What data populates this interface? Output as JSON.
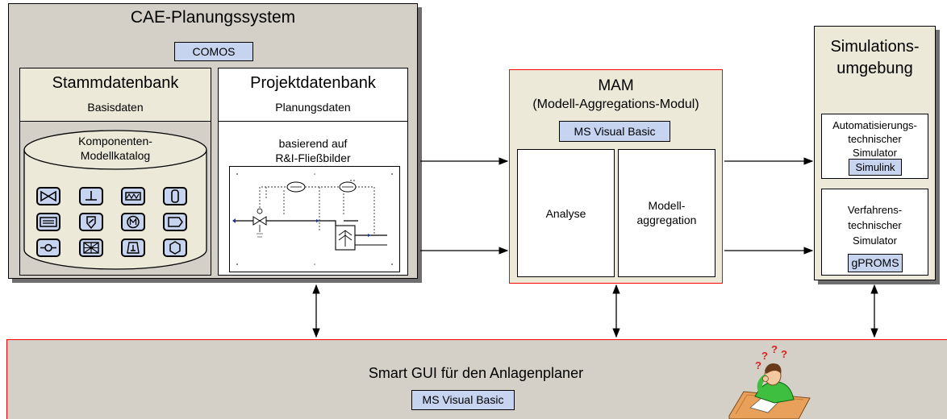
{
  "cae": {
    "title": "CAE-Planungssystem",
    "tool": "COMOS",
    "stamm": {
      "title": "Stammdatenbank",
      "subtitle": "Basisdaten",
      "catalog_line1": "Komponenten-",
      "catalog_line2": "Modellkatalog"
    },
    "projekt": {
      "title": "Projektdatenbank",
      "subtitle": "Planungsdaten",
      "note_line1": "basierend auf",
      "note_line2": "R&I-Fließbilder"
    }
  },
  "mam": {
    "title": "MAM",
    "subtitle": "(Modell-Aggregations-Modul)",
    "tool": "MS Visual Basic",
    "analyse": "Analyse",
    "aggregation_line1": "Modell-",
    "aggregation_line2": "aggregation"
  },
  "sim": {
    "title_line1": "Simulations-",
    "title_line2": "umgebung",
    "auto": {
      "line1": "Automatisierungs-",
      "line2": "technischer",
      "line3": "Simulator",
      "tool": "Simulink"
    },
    "verf": {
      "line1": "Verfahrens-",
      "line2": "technischer",
      "line3": "Simulator",
      "tool": "gPROMS"
    }
  },
  "gui": {
    "title": "Smart GUI für den Anlagenplaner",
    "tool": "MS Visual Basic"
  },
  "icons": [
    "valve-icon",
    "pump-motor-icon",
    "heater-icon",
    "vessel-icon",
    "exchanger-icon",
    "check-icon",
    "motor-icon",
    "nozzle-icon",
    "flow-element-icon",
    "mixer-icon",
    "filter-icon",
    "tank-icon"
  ],
  "colors": {
    "panel": "#d4d0c8",
    "inner_panel": "#ece9d8",
    "tool_tag": "#c6d4f0",
    "highlight_border": "#ff0000"
  }
}
